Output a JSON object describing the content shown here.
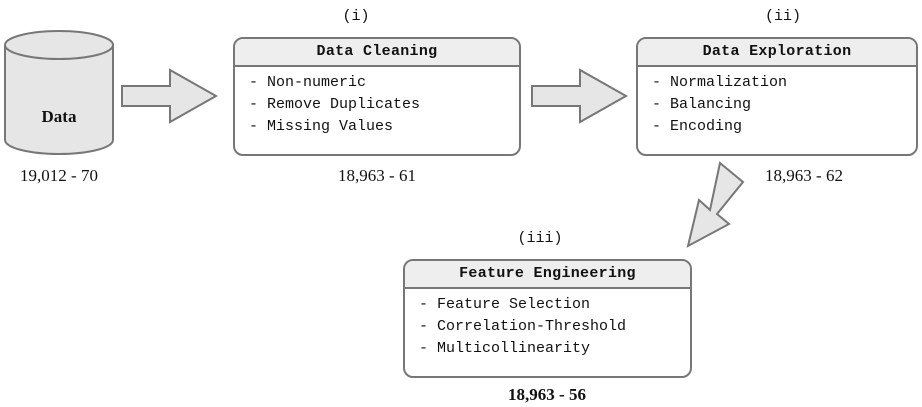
{
  "data_store": {
    "label": "Data",
    "count": "19,012 - 70"
  },
  "steps": [
    {
      "number": "(i)",
      "title": "Data Cleaning",
      "items": [
        "- Non-numeric",
        "- Remove Duplicates",
        "- Missing Values"
      ],
      "count": "18,963 - 61"
    },
    {
      "number": "(ii)",
      "title": "Data Exploration",
      "items": [
        "- Normalization",
        "- Balancing",
        "- Encoding"
      ],
      "count": "18,963 - 62"
    },
    {
      "number": "(iii)",
      "title": "Feature Engineering",
      "items": [
        "- Feature Selection",
        "- Correlation-Threshold",
        "- Multicollinearity"
      ],
      "count": "18,963 - 56"
    }
  ],
  "colors": {
    "stroke": "#777777",
    "fill": "#e6e6e6",
    "header": "#eeeeee"
  }
}
